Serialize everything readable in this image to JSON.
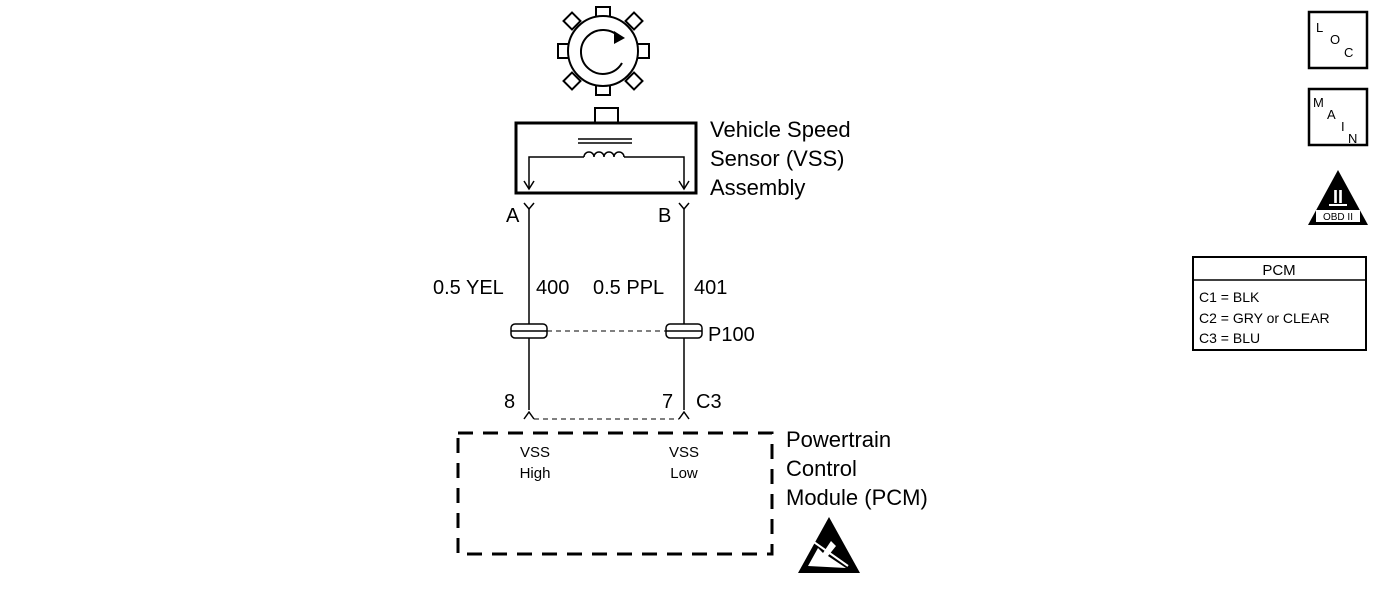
{
  "component": {
    "name_lines": [
      "Vehicle Speed",
      "Sensor (VSS)",
      "Assembly"
    ],
    "pin_a": "A",
    "pin_b": "B"
  },
  "wires": [
    {
      "size_color": "0.5 YEL",
      "circuit": "400",
      "pcm_pin": "8"
    },
    {
      "size_color": "0.5 PPL",
      "circuit": "401",
      "pcm_pin": "7"
    }
  ],
  "connector": {
    "id": "P100"
  },
  "pcm": {
    "connector": "C3",
    "name_lines": [
      "Powertrain",
      "Control",
      "Module (PCM)"
    ],
    "input_high": {
      "line1": "VSS",
      "line2": "High"
    },
    "input_low": {
      "line1": "VSS",
      "line2": "Low"
    }
  },
  "nav": {
    "loc_letters": [
      "L",
      "O",
      "C"
    ],
    "main_letters": [
      "M",
      "A",
      "I",
      "N"
    ],
    "obd_symbol": "II",
    "obd_text": "OBD II"
  },
  "legend": {
    "title": "PCM",
    "rows": [
      "C1 = BLK",
      "C2 = GRY or CLEAR",
      "C3 = BLU"
    ]
  }
}
